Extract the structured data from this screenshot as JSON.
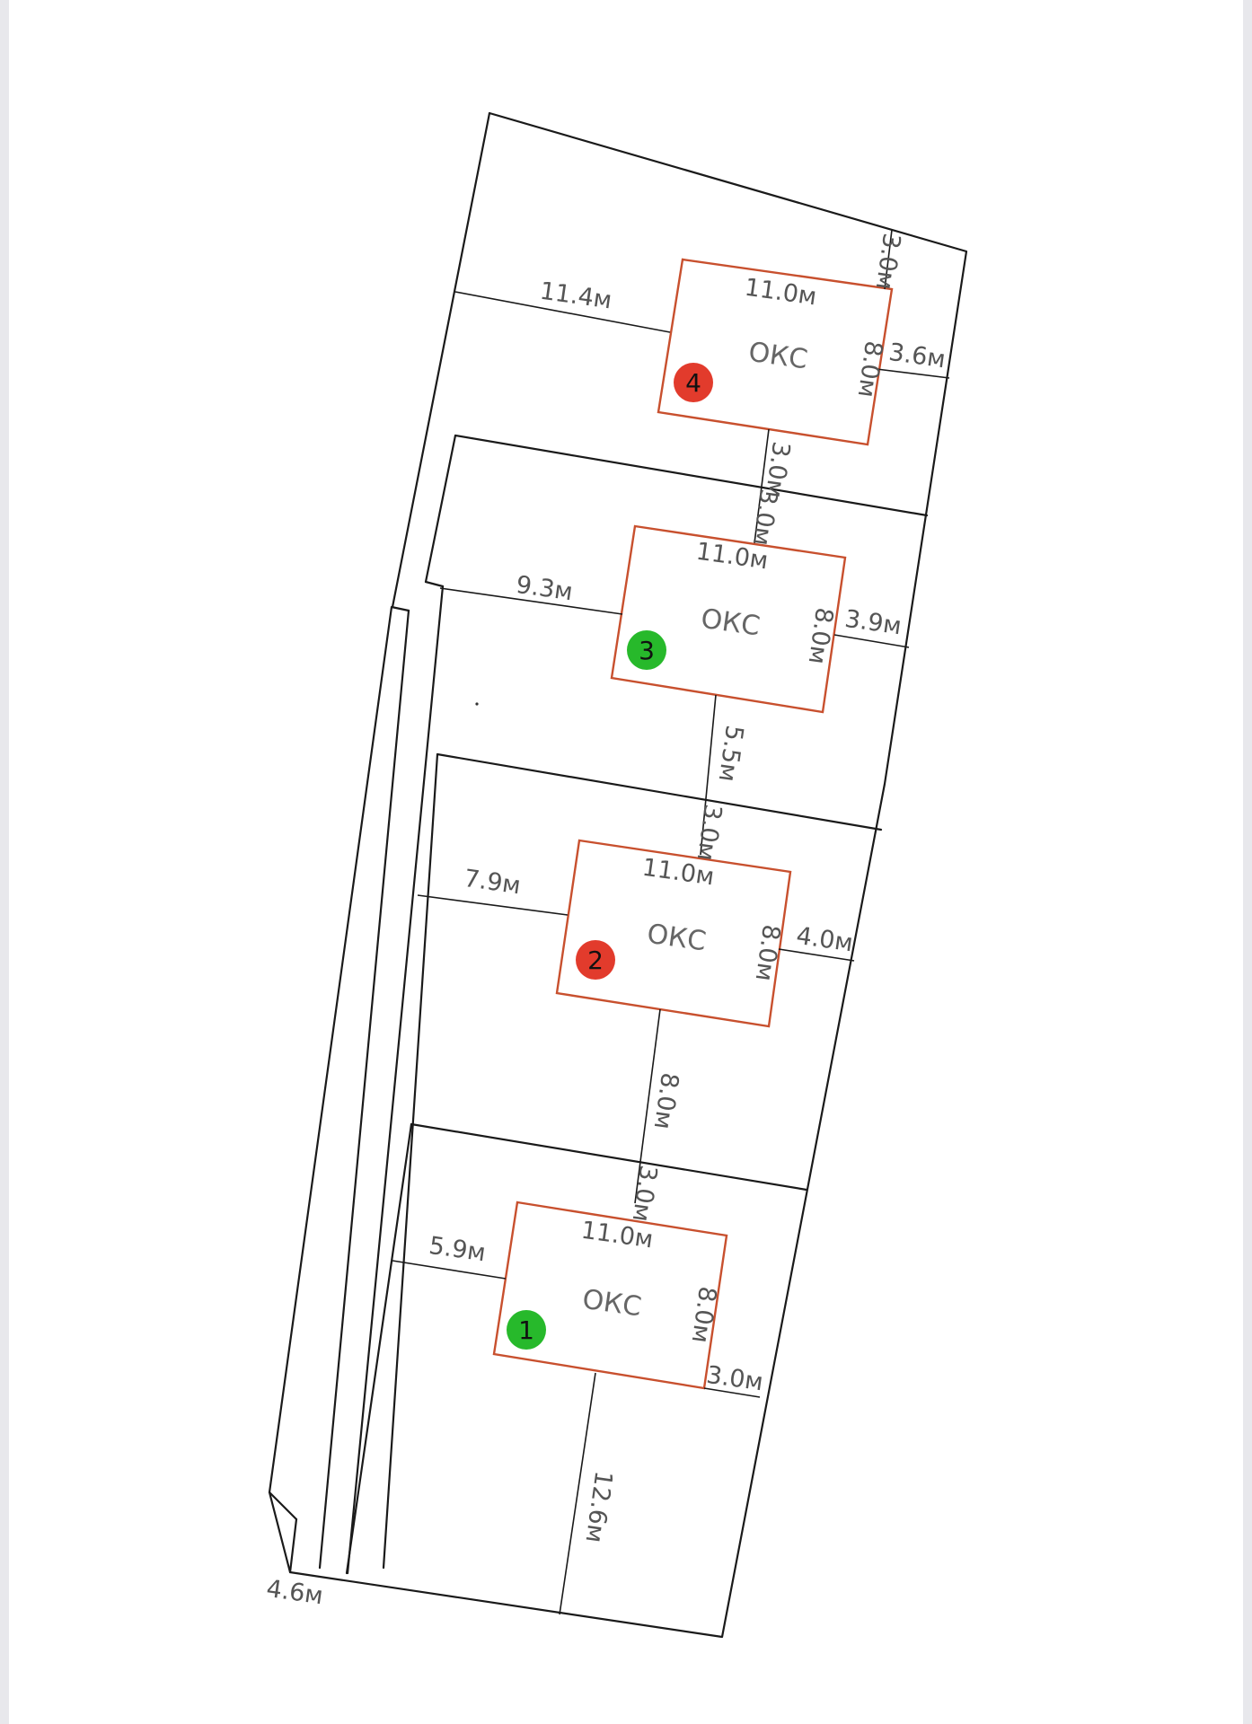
{
  "building_label": "ОКС",
  "colors": {
    "green": "#27b92b",
    "red": "#e23b2c",
    "building": "#c8502e",
    "lines": "#1a1a1a"
  },
  "buildings": [
    {
      "marker": {
        "number": "1",
        "color": "green"
      },
      "width": "11.0м",
      "depth": "8.0м",
      "left": "5.9м",
      "right": "3.0м",
      "front": "3.0м",
      "back": "12.6м"
    },
    {
      "marker": {
        "number": "2",
        "color": "red"
      },
      "width": "11.0м",
      "depth": "8.0м",
      "left": "7.9м",
      "right": "4.0м",
      "front": "3.0м",
      "back": "8.0м"
    },
    {
      "marker": {
        "number": "3",
        "color": "green"
      },
      "width": "11.0м",
      "depth": "8.0м",
      "left": "9.3м",
      "right": "3.9м",
      "front": "3.0м",
      "back": "5.5м"
    },
    {
      "marker": {
        "number": "4",
        "color": "red"
      },
      "width": "11.0м",
      "depth": "8.0м",
      "left": "11.4м",
      "right": "3.6м",
      "front": "3.0м",
      "back": "3.0м"
    }
  ],
  "strip_width": "4.6м"
}
